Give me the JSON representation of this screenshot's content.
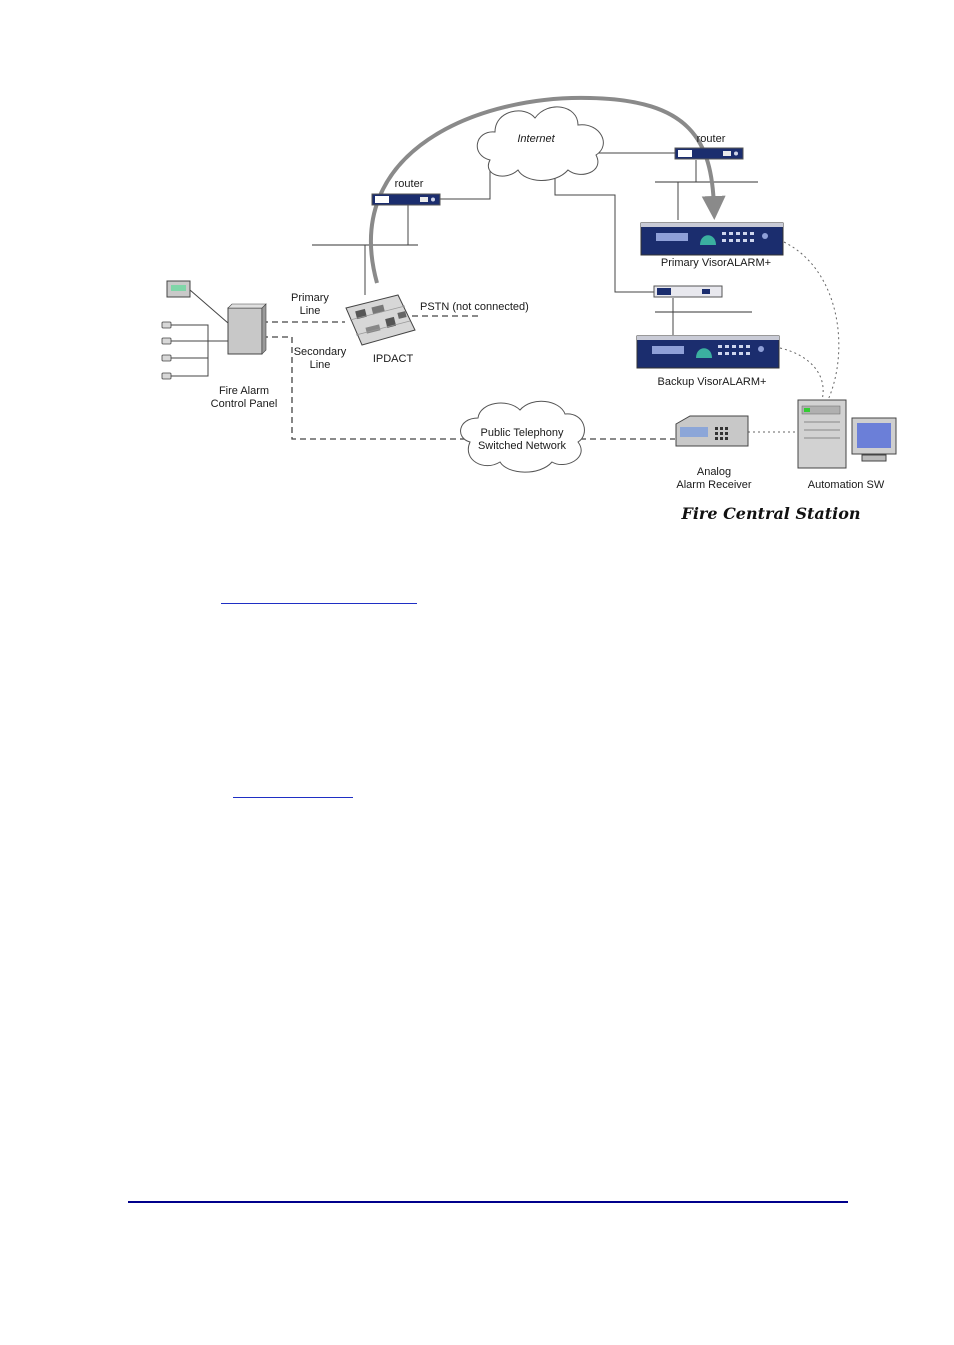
{
  "diagram": {
    "labels": {
      "router_left": "router",
      "router_right": "router",
      "internet": "Internet",
      "primary_line": [
        "Primary",
        "Line"
      ],
      "secondary_line": [
        "Secondary",
        "Line"
      ],
      "pstn_not_connected": "PSTN (not connected)",
      "ipdact": "IPDACT",
      "fire_alarm_panel": [
        "Fire Alarm",
        "Control Panel"
      ],
      "primary_visoralarm": "Primary VisorALARM+",
      "backup_visoralarm": "Backup VisorALARM+",
      "pstn_cloud": [
        "Public Telephony",
        "Switched Network"
      ],
      "analog_receiver": [
        "Analog",
        "Alarm Receiver"
      ],
      "automation_sw": "Automation SW"
    },
    "title": "Fire Central Station"
  },
  "colors": {
    "device_blue": "#1b2d6e",
    "arc_gray": "#8a8a8a",
    "rule_navy": "#00008b",
    "link_blue": "#1f2fc4"
  }
}
